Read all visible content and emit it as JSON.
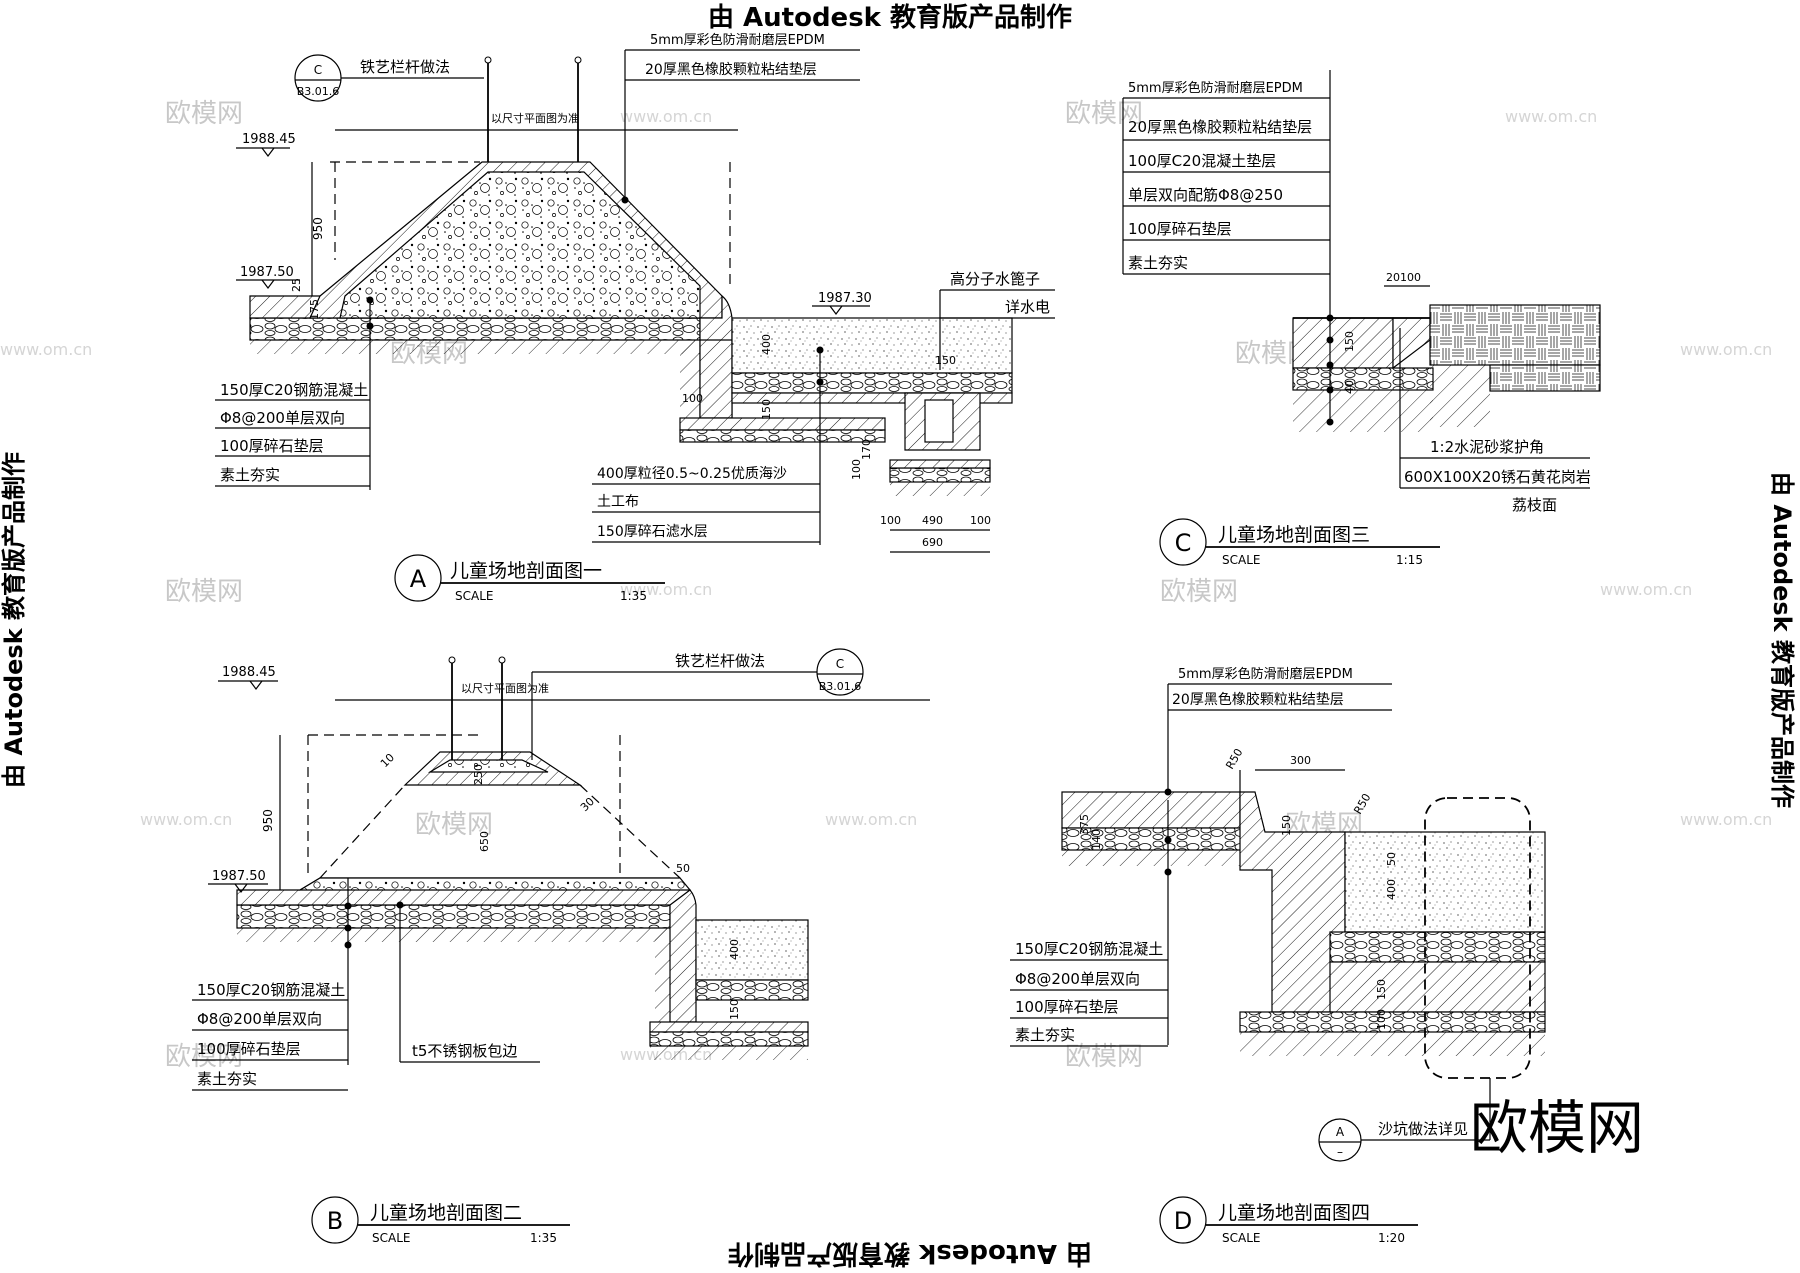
{
  "watermarks": {
    "top_title": "由 Autodesk 教育版产品制作",
    "side_left": "由 Autodesk 教育版产品制作",
    "side_right": "由 Autodesk 教育版产品制作",
    "bottom_title": "由 Autodesk 教育版产品制作",
    "site_logo": "欧模网",
    "site_url": "www.om.cn",
    "site_logo_large": "欧模网"
  },
  "sectionA": {
    "circle_letter": "A",
    "title": "儿童场地剖面图一",
    "scale_label": "SCALE",
    "scale_value": "1:35",
    "ref_circle_top": "C",
    "ref_circle_bottom": "B3.01.6",
    "railing_label": "铁艺栏杆做法",
    "surface_1": "5mm厚彩色防滑耐磨层EPDM",
    "surface_2": "20厚黑色橡胶颗粒粘结垫层",
    "elev_top": "1988.45",
    "elev_left": "1987.50",
    "elev_right": "1987.30",
    "dim_950": "950",
    "dim_25": "25",
    "dim_175": "175",
    "dim_400": "400",
    "dim_100": "100",
    "dim_150": "150",
    "dim_170": "170",
    "dim_100b": "100",
    "dim_100c": "100",
    "dim_490": "490",
    "dim_690": "690",
    "note_plan": "以尺寸平面图为准",
    "drain_1": "高分子水篦子",
    "drain_2": "详水电",
    "layers_left": [
      "150厚C20钢筋混凝土",
      "Φ8@200单层双向",
      "100厚碎石垫层",
      "素土夯实"
    ],
    "layers_right": [
      "400厚粒径0.5~0.25优质海沙",
      "土工布",
      "150厚碎石滤水层"
    ]
  },
  "sectionB": {
    "circle_letter": "B",
    "title": "儿童场地剖面图二",
    "scale_label": "SCALE",
    "scale_value": "1:35",
    "ref_circle_top": "C",
    "ref_circle_bottom": "B3.01.6",
    "railing_label": "铁艺栏杆做法",
    "elev_top": "1988.45",
    "elev_left": "1987.50",
    "dim_950": "950",
    "dim_250": "250",
    "dim_650": "650",
    "dim_10": "10",
    "dim_30": "30",
    "dim_50": "50",
    "dim_400": "400",
    "dim_150": "150",
    "note_plan": "以尺寸平面图为准",
    "steel_edge": "t5不锈钢板包边",
    "layers": [
      "150厚C20钢筋混凝土",
      "Φ8@200单层双向",
      "100厚碎石垫层",
      "素土夯实"
    ]
  },
  "sectionC": {
    "circle_letter": "C",
    "title": "儿童场地剖面图三",
    "scale_label": "SCALE",
    "scale_value": "1:15",
    "layers": [
      "5mm厚彩色防滑耐磨层EPDM",
      "20厚黑色橡胶颗粒粘结垫层",
      "100厚C20混凝土垫层",
      "单层双向配筋Φ8@250",
      "100厚碎石垫层",
      "素土夯实"
    ],
    "dim_20100": "20100",
    "dim_150": "150",
    "dim_40": "40",
    "mortar": "1:2水泥砂浆护角",
    "granite_1": "600X100X20锈石黄花岗岩",
    "granite_2": "荔枝面"
  },
  "sectionD": {
    "circle_letter": "D",
    "title": "儿童场地剖面图四",
    "scale_label": "SCALE",
    "scale_value": "1:20",
    "surface_1": "5mm厚彩色防滑耐磨层EPDM",
    "surface_2": "20厚黑色橡胶颗粒粘结垫层",
    "dim_R50a": "R50",
    "dim_R50b": "R50",
    "dim_300": "300",
    "dim_150": "150",
    "dim_375": "375",
    "dim_140": "140",
    "dim_50": "50",
    "dim_400": "400",
    "dim_150b": "150",
    "dim_100": "100",
    "layers": [
      "150厚C20钢筋混凝土",
      "Φ8@200单层双向",
      "100厚碎石垫层",
      "素土夯实"
    ],
    "ref_top": "A",
    "ref_bottom": "–",
    "sandpit_note": "沙坑做法详见"
  }
}
